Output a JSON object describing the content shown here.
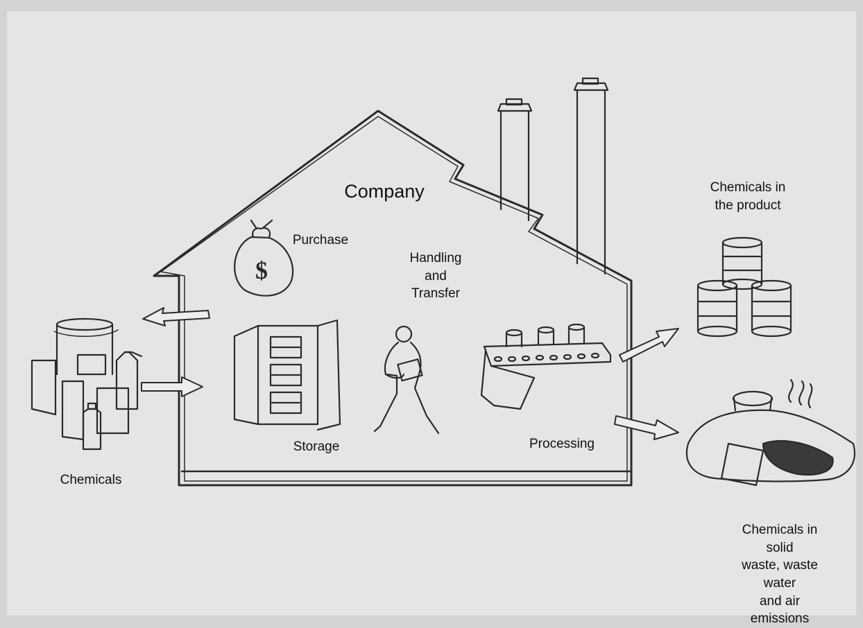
{
  "diagram": {
    "labels": {
      "company": "Company",
      "purchase": "Purchase",
      "handling": [
        "Handling",
        "and",
        "Transfer"
      ],
      "storage": "Storage",
      "processing": "Processing",
      "chemicals": "Chemicals",
      "chemicals_in_product": [
        "Chemicals in",
        "the product"
      ],
      "chemicals_in_waste": [
        "Chemicals in solid",
        "waste, waste water",
        "and air emissions"
      ]
    },
    "colors": {
      "background": "#e4e5e7",
      "outer": "#d2d3d5",
      "ink": "#2a2a2a"
    },
    "icons": [
      "money-bag-icon",
      "cabinet-icon",
      "worker-icon",
      "conveyor-icon",
      "barrels-icon",
      "waste-pile-icon",
      "chemical-containers-icon",
      "arrow-icon"
    ]
  }
}
